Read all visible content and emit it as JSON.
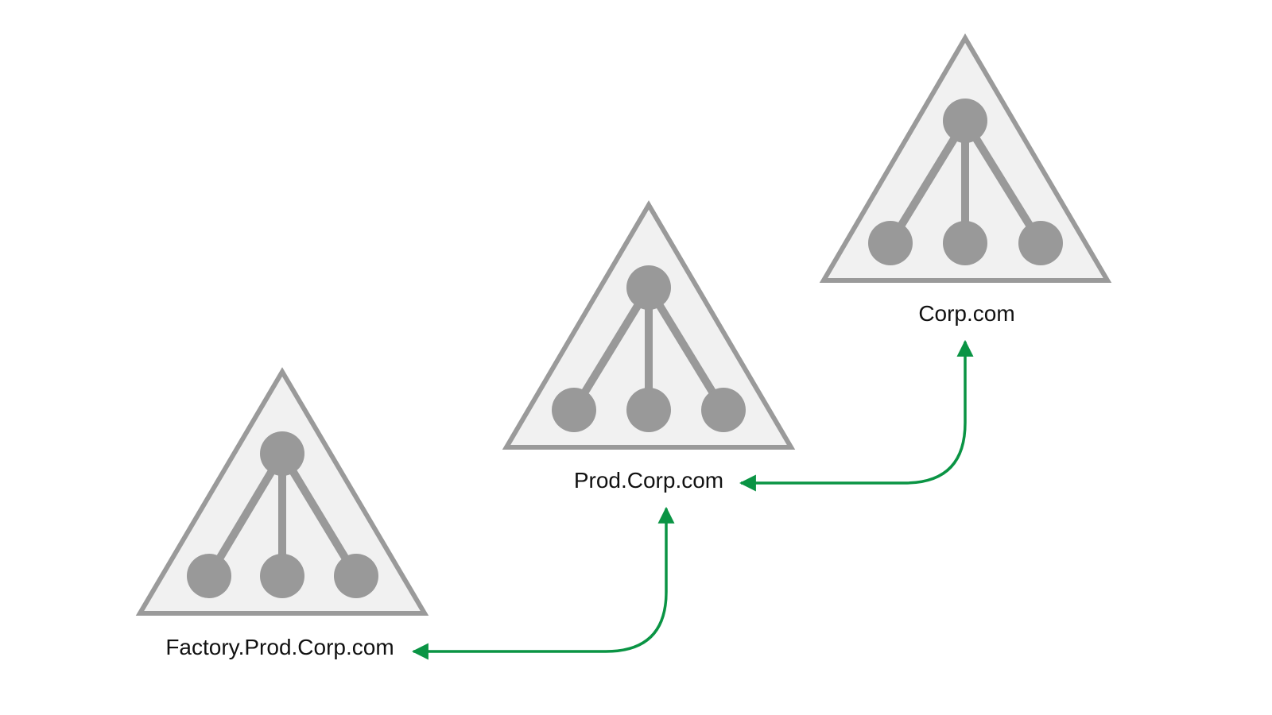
{
  "colors": {
    "triangle_fill": "#f1f1f1",
    "triangle_stroke": "#9a9a9a",
    "node_fill": "#999999",
    "arrow": "#0a9444",
    "label": "#111111"
  },
  "domains": [
    {
      "id": "factory",
      "label": "Factory.Prod.Corp.com"
    },
    {
      "id": "prod",
      "label": "Prod.Corp.com"
    },
    {
      "id": "corp",
      "label": "Corp.com"
    }
  ],
  "trusts": [
    {
      "from": "factory",
      "to": "prod"
    },
    {
      "from": "prod",
      "to": "corp"
    }
  ]
}
